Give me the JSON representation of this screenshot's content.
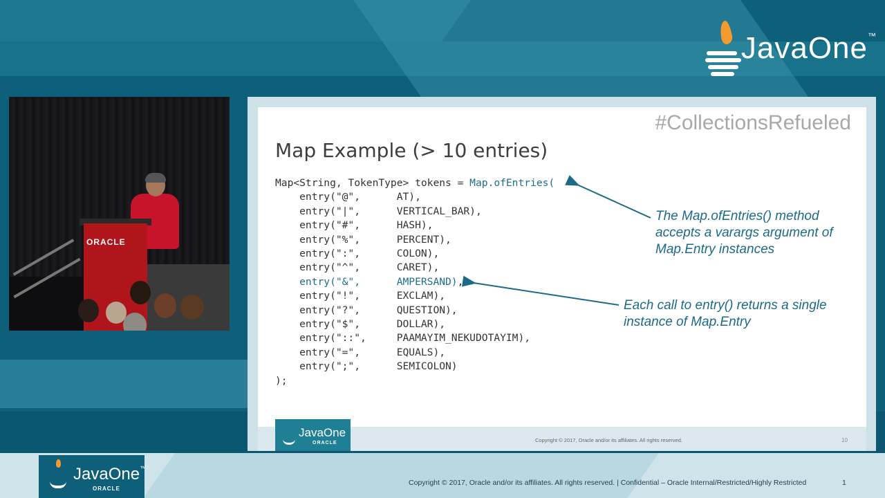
{
  "brand": {
    "name": "JavaOne",
    "tm": "™",
    "company": "ORACLE",
    "colors": {
      "teal": "#0d5f7a",
      "flame": "#f29a2e",
      "accent": "#1c6e8c"
    }
  },
  "video": {
    "podium_logo": "ORACLE"
  },
  "slide": {
    "hashtag": "#CollectionsRefueled",
    "title": "Map Example (> 10 entries)",
    "code": {
      "first_line_prefix": "Map<String, TokenType> tokens = ",
      "first_line_highlight": "Map.ofEntries(",
      "lines_before": [
        "    entry(\"@\",      AT),",
        "    entry(\"|\",      VERTICAL_BAR),",
        "    entry(\"#\",      HASH),",
        "    entry(\"%\",      PERCENT),",
        "    entry(\":\",      COLON),",
        "    entry(\"^\",      CARET),"
      ],
      "highlight_line": "    entry(\"&\",      AMPERSAND)",
      "highlight_line_suffix": ",",
      "lines_after": [
        "    entry(\"!\",      EXCLAM),",
        "    entry(\"?\",      QUESTION),",
        "    entry(\"$\",      DOLLAR),",
        "    entry(\"::\",     PAAMAYIM_NEKUDOTAYIM),",
        "    entry(\"=\",      EQUALS),",
        "    entry(\";\",      SEMICOLON)",
        ");"
      ]
    },
    "callout1": "The Map.ofEntries() method accepts a varargs argument of Map.Entry instances",
    "callout2": "Each call to entry() returns a single instance of Map.Entry",
    "copyright": "Copyright © 2017, Oracle and/or its affiliates. All rights reserved.",
    "page_number": "10",
    "footer_logo_word": "JavaOne",
    "footer_logo_company": "ORACLE"
  },
  "footer": {
    "text": "Copyright © 2017, Oracle and/or its affiliates. All rights reserved.  |  Confidential – Oracle Internal/Restricted/Highly Restricted",
    "page_number": "1"
  }
}
